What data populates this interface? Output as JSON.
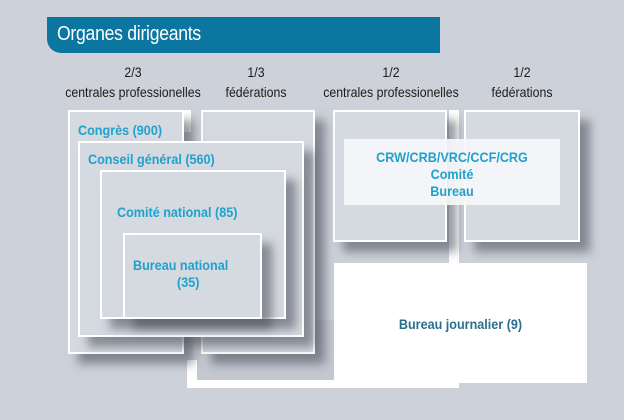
{
  "header": {
    "title": "Organes dirigeants",
    "color": "#0b76a0"
  },
  "columns": [
    {
      "ratio": "2/3",
      "label": "centrales professionelles"
    },
    {
      "ratio": "1/3",
      "label": "fédérations"
    },
    {
      "ratio": "1/2",
      "label": "centrales professionelles"
    },
    {
      "ratio": "1/2",
      "label": "fédérations"
    }
  ],
  "national": {
    "congres": "Congrès (900)",
    "conseil_general": "Conseil général (560)",
    "comite_national": "Comité national (85)",
    "bureau_national_line1": "Bureau national",
    "bureau_national_line2": "(35)"
  },
  "regional": {
    "line1": "CRW/CRB/VRC/CCF/CRG",
    "line2": "Comité",
    "line3": "Bureau"
  },
  "bureau_journalier": "Bureau journalier (9)",
  "colors": {
    "background": "#cdd1d9",
    "box": "#d5d9e0",
    "label_blue": "#1fa2cc",
    "label_dark": "#2b6e8e"
  }
}
